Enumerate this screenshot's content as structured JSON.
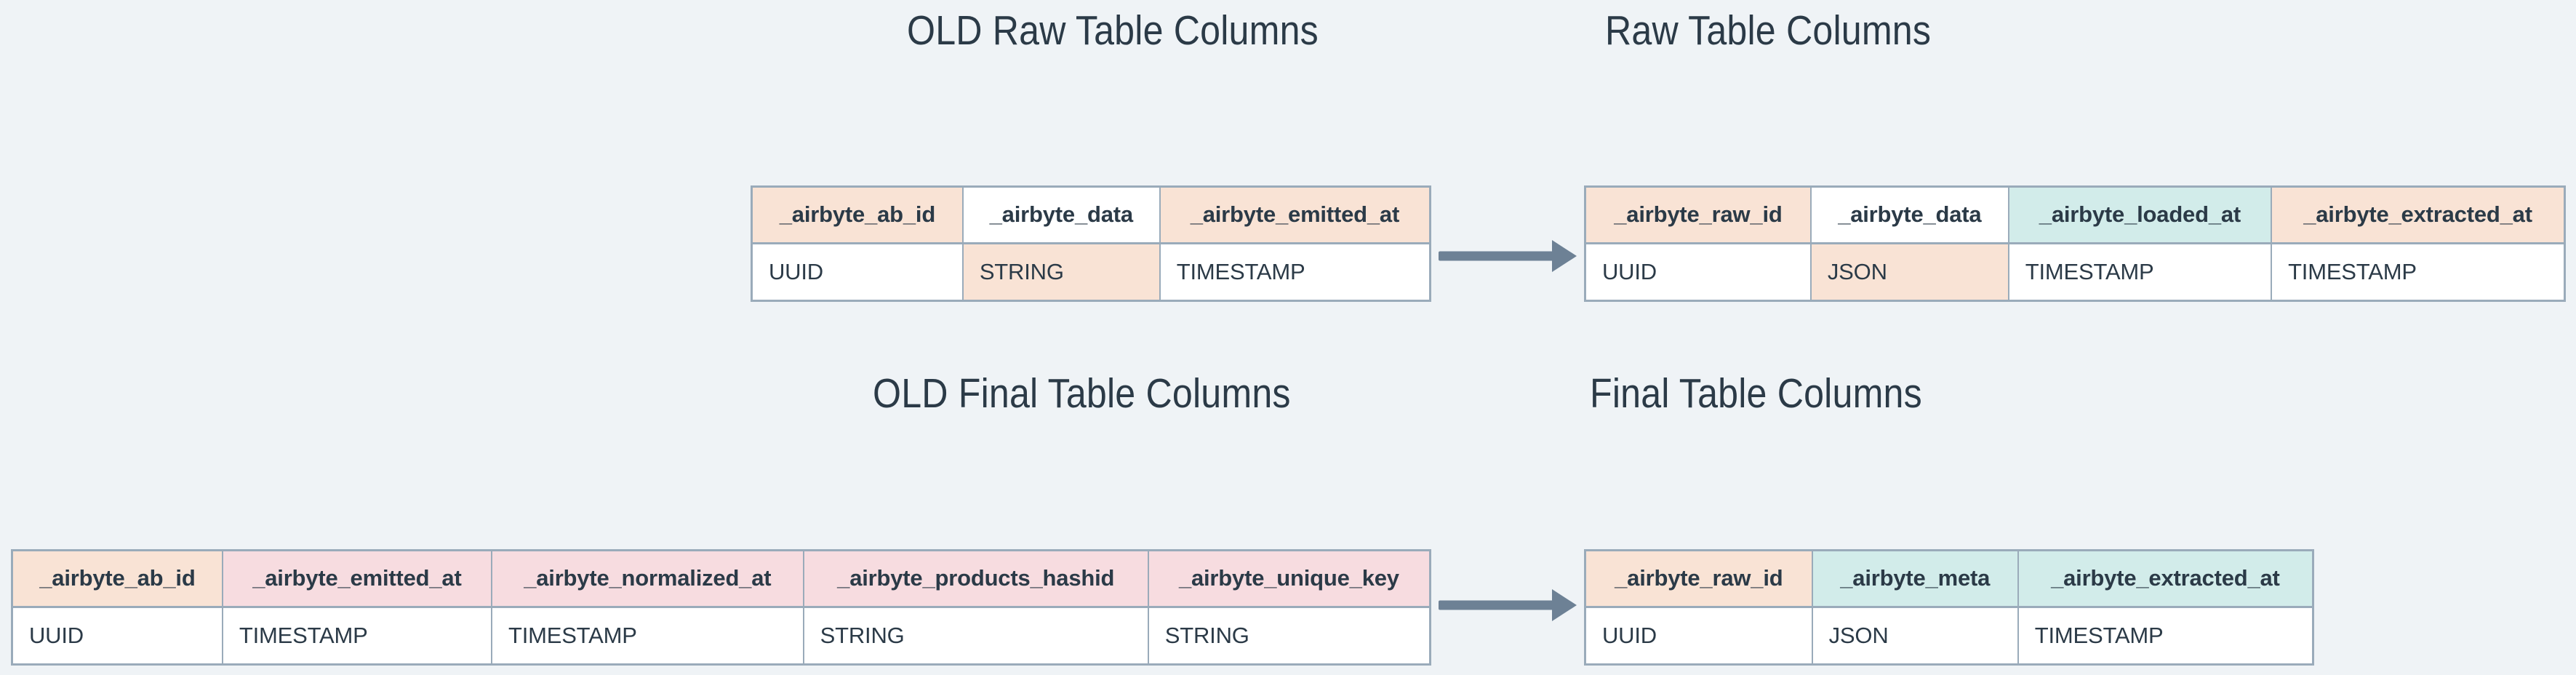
{
  "page": {
    "background_color": "#eff3f6",
    "text_color": "#2b3a47",
    "border_color": "#9aabba",
    "arrow_color": "#6d8195"
  },
  "palette": {
    "peach": "#f9e3d5",
    "mint": "#d2ecea",
    "pink": "#f7dce0",
    "white": "#ffffff"
  },
  "sections": [
    {
      "id": "raw",
      "old_title": "OLD Raw Table Columns",
      "new_title": "Raw Table Columns"
    },
    {
      "id": "final",
      "old_title": "OLD Final Table Columns",
      "new_title": "Final Table Columns"
    }
  ],
  "tables": {
    "old_raw": {
      "title": "OLD Raw Table Columns",
      "columns": [
        {
          "name": "_airbyte_ab_id",
          "type": "UUID",
          "header_fill": "peach",
          "cell_fill": "white"
        },
        {
          "name": "_airbyte_data",
          "type": "STRING",
          "header_fill": "white",
          "cell_fill": "peach"
        },
        {
          "name": "_airbyte_emitted_at",
          "type": "TIMESTAMP",
          "header_fill": "peach",
          "cell_fill": "white"
        }
      ]
    },
    "new_raw": {
      "title": "Raw Table Columns",
      "columns": [
        {
          "name": "_airbyte_raw_id",
          "type": "UUID",
          "header_fill": "peach",
          "cell_fill": "white"
        },
        {
          "name": "_airbyte_data",
          "type": "JSON",
          "header_fill": "white",
          "cell_fill": "peach"
        },
        {
          "name": "_airbyte_loaded_at",
          "type": "TIMESTAMP",
          "header_fill": "mint",
          "cell_fill": "white"
        },
        {
          "name": "_airbyte_extracted_at",
          "type": "TIMESTAMP",
          "header_fill": "peach",
          "cell_fill": "white"
        }
      ]
    },
    "old_final": {
      "title": "OLD Final Table Columns",
      "columns": [
        {
          "name": "_airbyte_ab_id",
          "type": "UUID",
          "header_fill": "peach",
          "cell_fill": "white"
        },
        {
          "name": "_airbyte_emitted_at",
          "type": "TIMESTAMP",
          "header_fill": "pink",
          "cell_fill": "white"
        },
        {
          "name": "_airbyte_normalized_at",
          "type": "TIMESTAMP",
          "header_fill": "pink",
          "cell_fill": "white"
        },
        {
          "name": "_airbyte_products_hashid",
          "type": "STRING",
          "header_fill": "pink",
          "cell_fill": "white"
        },
        {
          "name": "_airbyte_unique_key",
          "type": "STRING",
          "header_fill": "pink",
          "cell_fill": "white"
        }
      ]
    },
    "new_final": {
      "title": "Final Table Columns",
      "columns": [
        {
          "name": "_airbyte_raw_id",
          "type": "UUID",
          "header_fill": "peach",
          "cell_fill": "white"
        },
        {
          "name": "_airbyte_meta",
          "type": "JSON",
          "header_fill": "mint",
          "cell_fill": "white"
        },
        {
          "name": "_airbyte_extracted_at",
          "type": "TIMESTAMP",
          "header_fill": "mint",
          "cell_fill": "white"
        }
      ]
    }
  },
  "arrows": [
    {
      "id": "raw-arrow",
      "label": "maps-to-arrow"
    },
    {
      "id": "final-arrow",
      "label": "maps-to-arrow"
    }
  ]
}
